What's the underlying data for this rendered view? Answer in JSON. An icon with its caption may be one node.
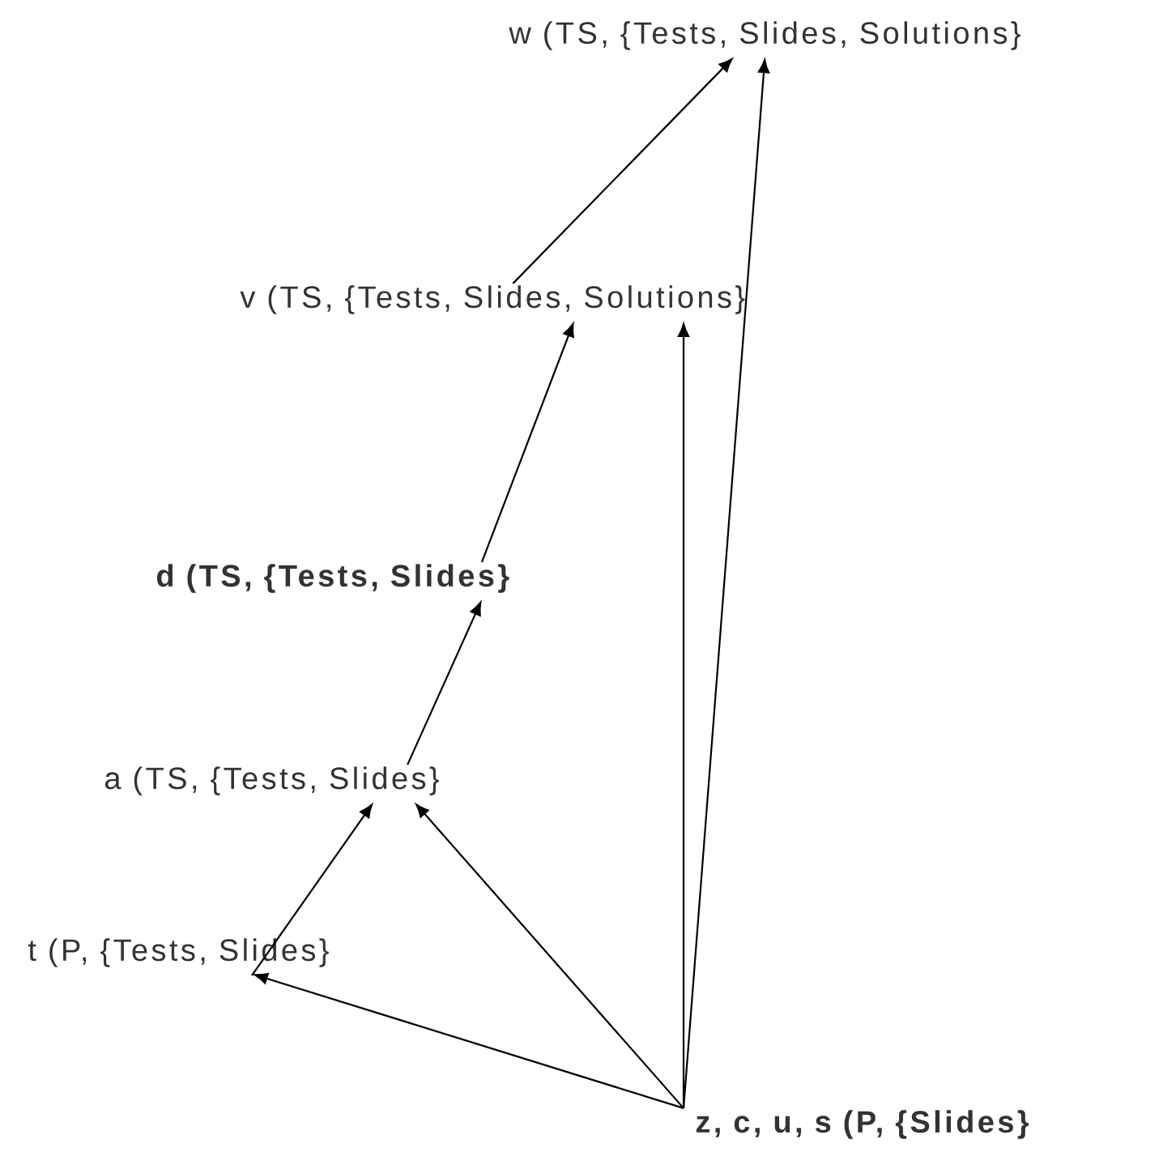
{
  "diagram": {
    "nodes": [
      {
        "text": [
          "w  (TS, {Tests, Slides, Solutions}"
        ]
      },
      {
        "text": [
          "v  (TS, {Tests, Slides, Solutions}"
        ]
      },
      {
        "text": [
          "**d  (TS, {Tests, Slides}**"
        ]
      },
      {
        "text": [
          "a  (TS, {Tests, Slides}"
        ]
      },
      {
        "text": [
          "t  (P, {Tests, Slides}"
        ]
      },
      {
        "text": [
          "**z, c, u, s  (P, {Slides}**"
        ]
      }
    ],
    "edges": [
      {
        "from": 1,
        "to": 0,
        "arrow": "to"
      },
      {
        "from": 5,
        "to": 0,
        "arrow": "to"
      },
      {
        "from": 5,
        "to": 1,
        "arrow": "to"
      },
      {
        "from": 2,
        "to": 1,
        "arrow": "to"
      },
      {
        "from": 3,
        "to": 2,
        "arrow": "to"
      },
      {
        "from": 5,
        "to": 3,
        "arrow": "to"
      },
      {
        "from": 4,
        "to": 3,
        "arrow": "to"
      },
      {
        "from": 5,
        "to": 4,
        "arrow": "to"
      }
    ]
  }
}
